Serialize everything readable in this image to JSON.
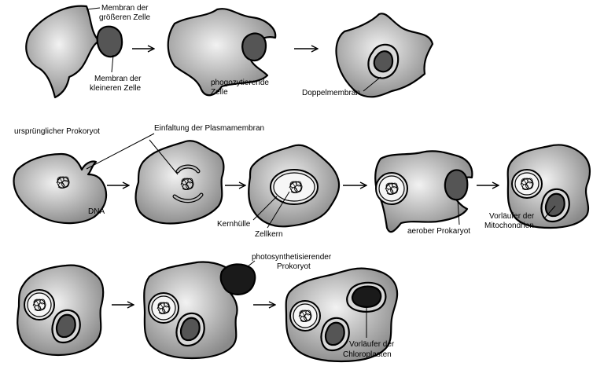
{
  "colors": {
    "cell_light": "#f2f2f2",
    "cell_dark": "#8a8a8a",
    "organelle_dark": "#555555",
    "chloroplast": "#1a1a1a",
    "stroke": "#000000"
  },
  "labels": {
    "membran_groesser_1": "Membran der",
    "membran_groesser_2": "größeren Zelle",
    "membran_kleiner_1": "Membran der",
    "membran_kleiner_2": "kleineren Zelle",
    "phagozytierend_1": "phogozytierende",
    "phagozytierend_2": "Zelle",
    "doppelmembran": "Doppelmembran",
    "prokaryot": "ursprünglicher Prokoryot",
    "einfaltung": "Einfaltung der Plasmamembran",
    "dna": "DNA",
    "kernhuelle": "Kernhülle",
    "zellkern": "Zellkern",
    "aerober": "aerober Prokaryot",
    "mito_1": "Vorläufer der",
    "mito_2": "Mitochondrien",
    "photo_1": "photosynthetisierender",
    "photo_2": "Prokoryot",
    "chloro_1": "Vorläufer der",
    "chloro_2": "Chloroplasten"
  }
}
